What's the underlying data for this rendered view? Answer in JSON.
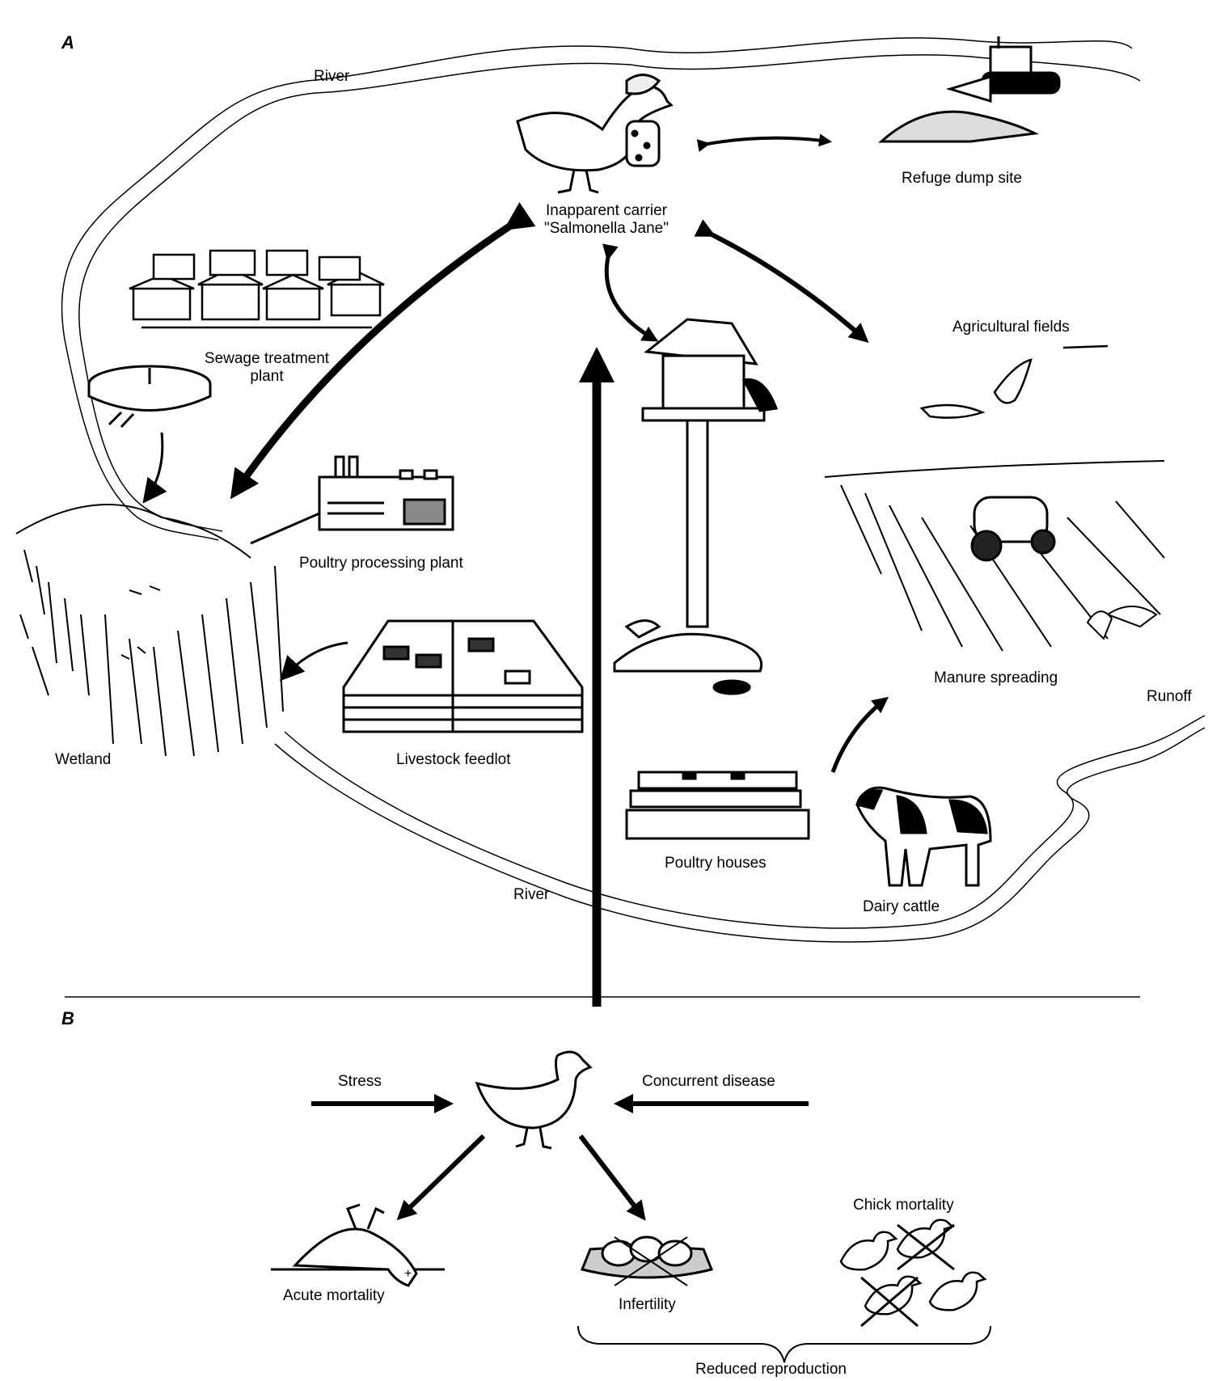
{
  "panels": {
    "a": "A",
    "b": "B"
  },
  "labels": {
    "river_top": "River",
    "river_bottom": "River",
    "carrier_line1": "Inapparent carrier",
    "carrier_line2": "\"Salmonella Jane\"",
    "refuge": "Refuge dump site",
    "sewage_line1": "Sewage treatment",
    "sewage_line2": "plant",
    "agri": "Agricultural fields",
    "poultry_plant": "Poultry processing plant",
    "manure": "Manure spreading",
    "runoff": "Runoff",
    "wetland": "Wetland",
    "feedlot": "Livestock feedlot",
    "poultry_houses": "Poultry houses",
    "dairy": "Dairy cattle",
    "stress": "Stress",
    "concurrent": "Concurrent disease",
    "chick": "Chick mortality",
    "acute": "Acute mortality",
    "infertility": "Infertility",
    "reduced": "Reduced reproduction"
  },
  "icons": [
    "duck-carrier-icon",
    "bulldozer-icon",
    "houses-icon",
    "sewage-tank-icon",
    "factory-icon",
    "bird-feeder-icon",
    "flying-birds-icon",
    "tractor-field-icon",
    "feedlot-icon",
    "poultry-house-icon",
    "cow-icon",
    "duck-icon",
    "dead-bird-icon",
    "nest-icon",
    "chicks-icon"
  ]
}
